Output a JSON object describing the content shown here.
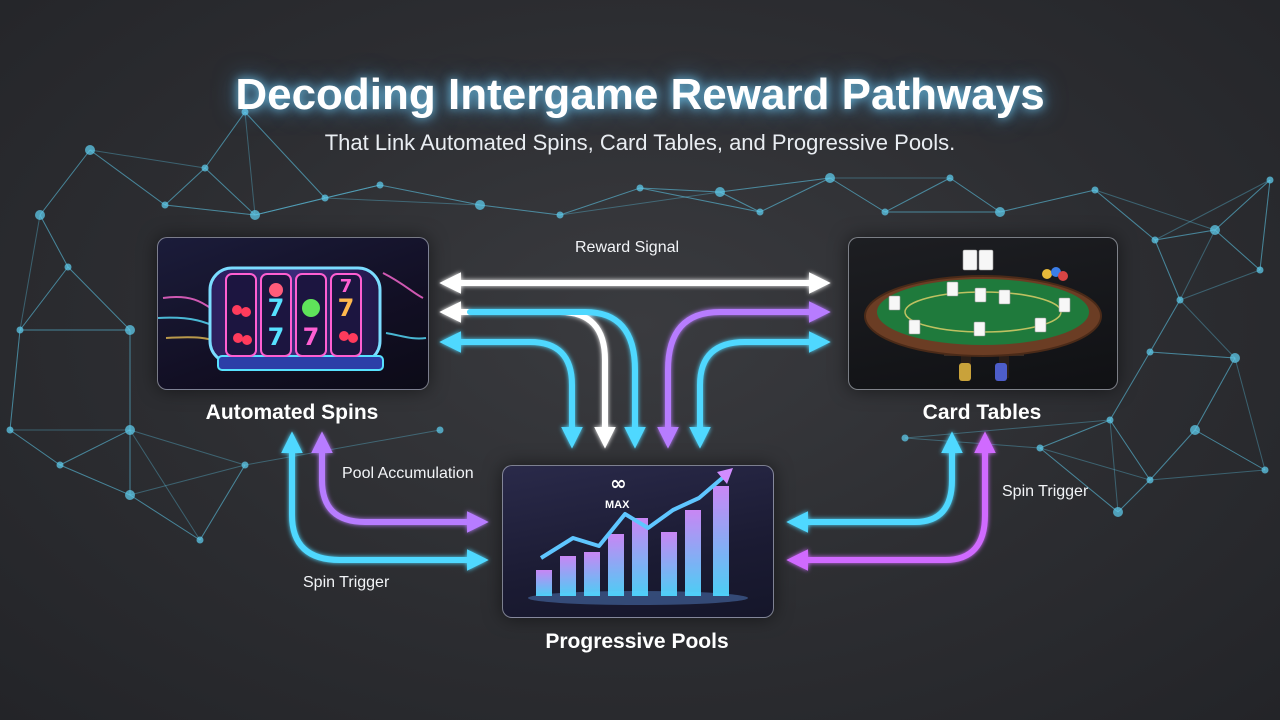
{
  "title": "Decoding Intergame Reward Pathways",
  "subtitle": "That Link Automated Spins, Card Tables, and Progressive Pools.",
  "nodes": {
    "spins": {
      "label": "Automated Spins",
      "icon": "slot-machine-icon"
    },
    "tables": {
      "label": "Card Tables",
      "icon": "poker-table-icon"
    },
    "pools": {
      "label": "Progressive Pools",
      "icon": "rising-bar-chart-icon",
      "badge": "MAX"
    }
  },
  "edges": {
    "reward_signal": "Reward Signal",
    "pool_accumulation": "Pool Accumulation",
    "spin_trigger_left": "Spin Trigger",
    "spin_trigger_right": "Spin Trigger"
  },
  "colors": {
    "white": "#ffffff",
    "cyan": "#4fd8ff",
    "violet": "#b77bff",
    "magenta": "#d06bff",
    "table_felt": "#1f7a3c",
    "network": "#5ec8e8"
  }
}
